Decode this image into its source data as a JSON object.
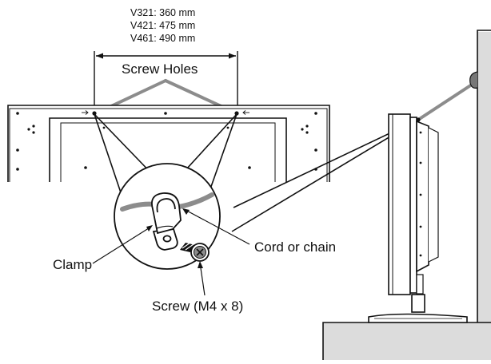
{
  "dimensions": {
    "v321": "V321: 360 mm",
    "v421": "V421: 475 mm",
    "v461": "V461: 490 mm"
  },
  "labels": {
    "screw_holes": "Screw Holes",
    "cord_or_chain": "Cord or chain",
    "clamp": "Clamp",
    "screw": "Screw (M4 x 8)"
  },
  "colors": {
    "line": "#111111",
    "cord": "#8c8c8c",
    "wall": "#dcdcdc"
  }
}
